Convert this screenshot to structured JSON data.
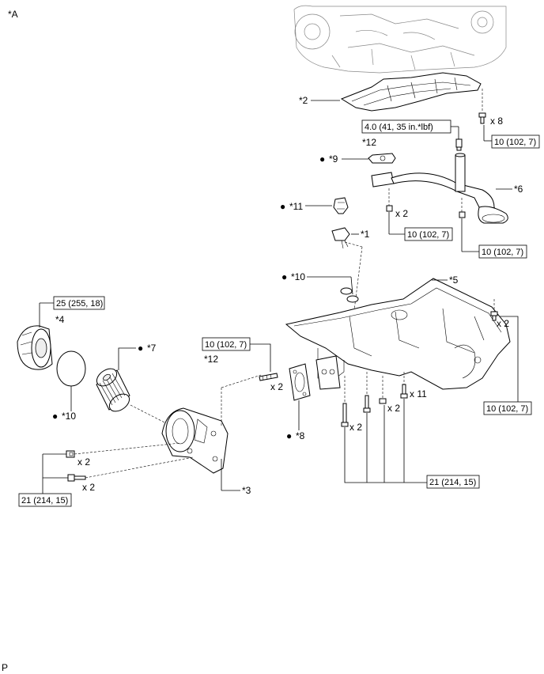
{
  "corner_label": "*A",
  "footer_label": "P",
  "torque_specs": {
    "pan_to_block": "10 (102, 7)",
    "oil_pipe_bolt": "4.0 (41, 35 in.*lbf)",
    "strainer_nut": "10 (102, 7)",
    "strainer_bracket": "10 (102, 7)",
    "filter_cap": "25 (255, 18)",
    "stud_bolt": "10 (102, 7)",
    "pan_right_bolt": "10 (102, 7)",
    "pan_bottom_bolts": "21 (214, 15)",
    "bracket_bolts": "21 (214, 15)"
  },
  "parts": {
    "p1": "*1",
    "p2": "*2",
    "p3": "*3",
    "p4": "*4",
    "p5": "*5",
    "p6": "*6",
    "p7": "*7",
    "p8": "*8",
    "p9": "*9",
    "p10a": "*10",
    "p10b": "*10",
    "p11": "*11",
    "p12a": "*12",
    "p12b": "*12"
  },
  "quantities": {
    "q_x8": "x 8",
    "q_x2_strainer": "x 2",
    "q_x2_pan_right": "x 2",
    "q_x2_stud": "x 2",
    "q_x2_bolt_a": "x 2",
    "q_x2_bolt_b": "x 2",
    "q_x11": "x 11",
    "q_x2_bracket_nut": "x 2",
    "q_x2_bracket_bolt": "x 2"
  },
  "bullet": "●"
}
